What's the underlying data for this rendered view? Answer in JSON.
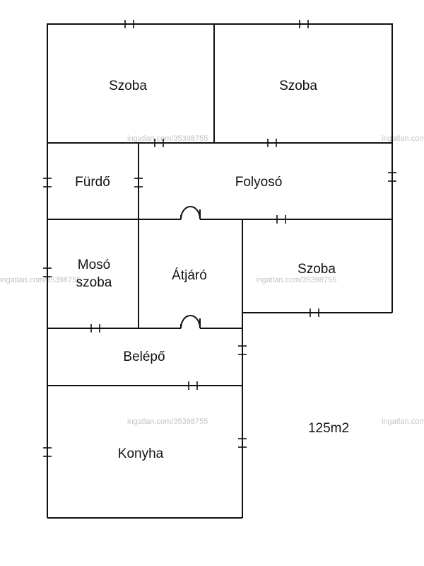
{
  "rooms": {
    "szoba_top_left": "Szoba",
    "szoba_top_right": "Szoba",
    "furdo": "Fürdő",
    "folyoso": "Folyosó",
    "moso_line1": "Mosó",
    "moso_line2": "szoba",
    "atjaro": "Átjáró",
    "szoba_right": "Szoba",
    "belepo": "Belépő",
    "konyha": "Konyha"
  },
  "area": "125m2",
  "watermark": "ingatlan.com/35398755",
  "colors": {
    "wall": "#111111",
    "watermark": "#c4c4c4",
    "background": "#ffffff"
  }
}
